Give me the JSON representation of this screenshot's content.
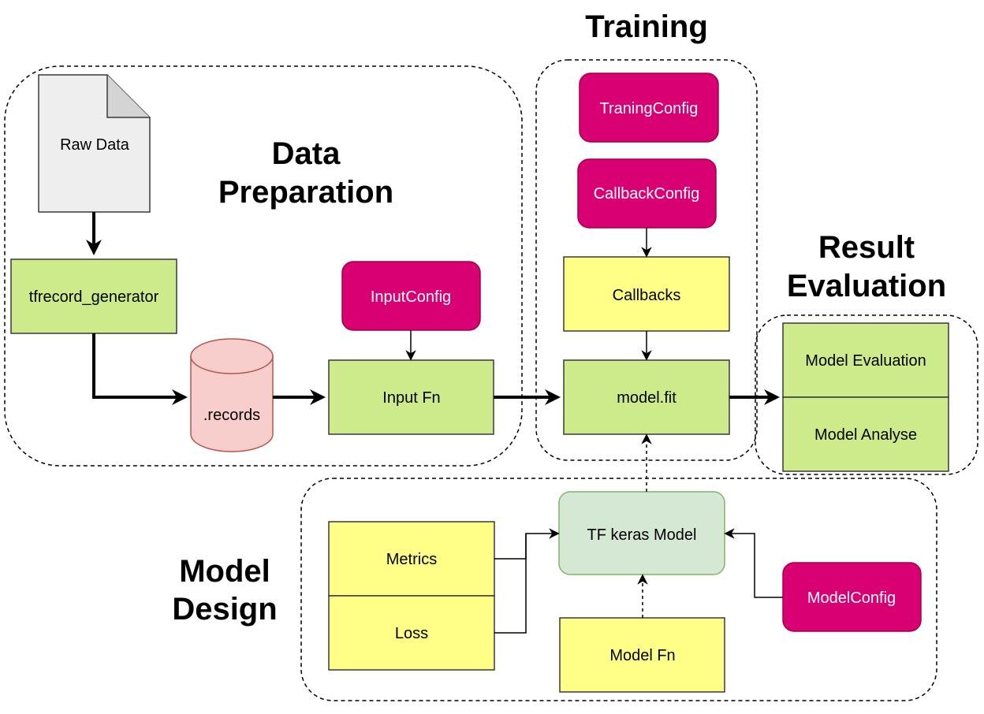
{
  "titles": {
    "data_preparation": [
      "Data",
      "Preparation"
    ],
    "training": "Training",
    "result_evaluation": [
      "Result",
      "Evaluation"
    ],
    "model_design": [
      "Model",
      "Design"
    ]
  },
  "nodes": {
    "raw_data": "Raw Data",
    "tfrecord_generator": "tfrecord_generator",
    "records": ".records",
    "input_config": "InputConfig",
    "input_fn": "Input Fn",
    "training_config": "TraningConfig",
    "callback_config": "CallbackConfig",
    "callbacks": "Callbacks",
    "model_fit": "model.fit",
    "model_evaluation": "Model Evaluation",
    "model_analyse": "Model Analyse",
    "tf_keras_model": "TF keras Model",
    "metrics": "Metrics",
    "loss": "Loss",
    "model_fn": "Model Fn",
    "model_config": "ModelConfig"
  },
  "colors": {
    "green_fill": "#cdeb8b",
    "yellow_fill": "#ffff88",
    "config_fill": "#d80073",
    "config_stroke": "#a50040",
    "cylinder_fill": "#f8cecc",
    "cylinder_stroke": "#b85450",
    "model_fill": "#d5e8d4",
    "model_stroke": "#82b366",
    "document_fill": "#eeeeee"
  }
}
